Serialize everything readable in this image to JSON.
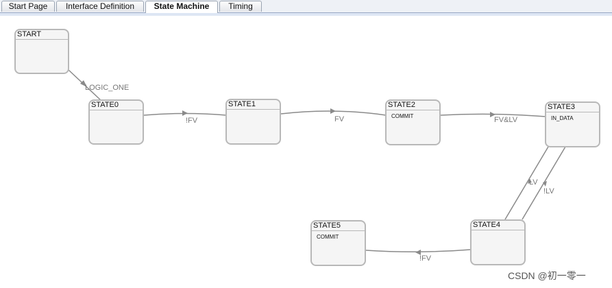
{
  "tabs": [
    {
      "label": "Start Page",
      "active": false
    },
    {
      "label": "Interface Definition",
      "active": false
    },
    {
      "label": "State Machine",
      "active": true
    },
    {
      "label": "Timing",
      "active": false
    }
  ],
  "states": {
    "start": {
      "title": "START",
      "body": ""
    },
    "state0": {
      "title": "STATE0",
      "body": ""
    },
    "state1": {
      "title": "STATE1",
      "body": ""
    },
    "state2": {
      "title": "STATE2",
      "body": "COMMIT"
    },
    "state3": {
      "title": "STATE3",
      "body": "IN_DATA"
    },
    "state4": {
      "title": "STATE4",
      "body": ""
    },
    "state5": {
      "title": "STATE5",
      "body": "COMMIT"
    }
  },
  "transitions": {
    "start_to_state0": "LOGIC_ONE",
    "state0_to_state1": "!FV",
    "state1_to_state2": "FV",
    "state2_to_state3": "FV&LV",
    "state4_to_state3": "LV",
    "state3_to_state4": "!LV",
    "state4_to_state5": "!FV"
  },
  "colors": {
    "edge": "#8a8a8a",
    "state_border": "#b8b8b8",
    "state_fill": "#f5f5f5",
    "tab_active_bg": "#ffffff"
  },
  "watermark": "CSDN @初一零一"
}
